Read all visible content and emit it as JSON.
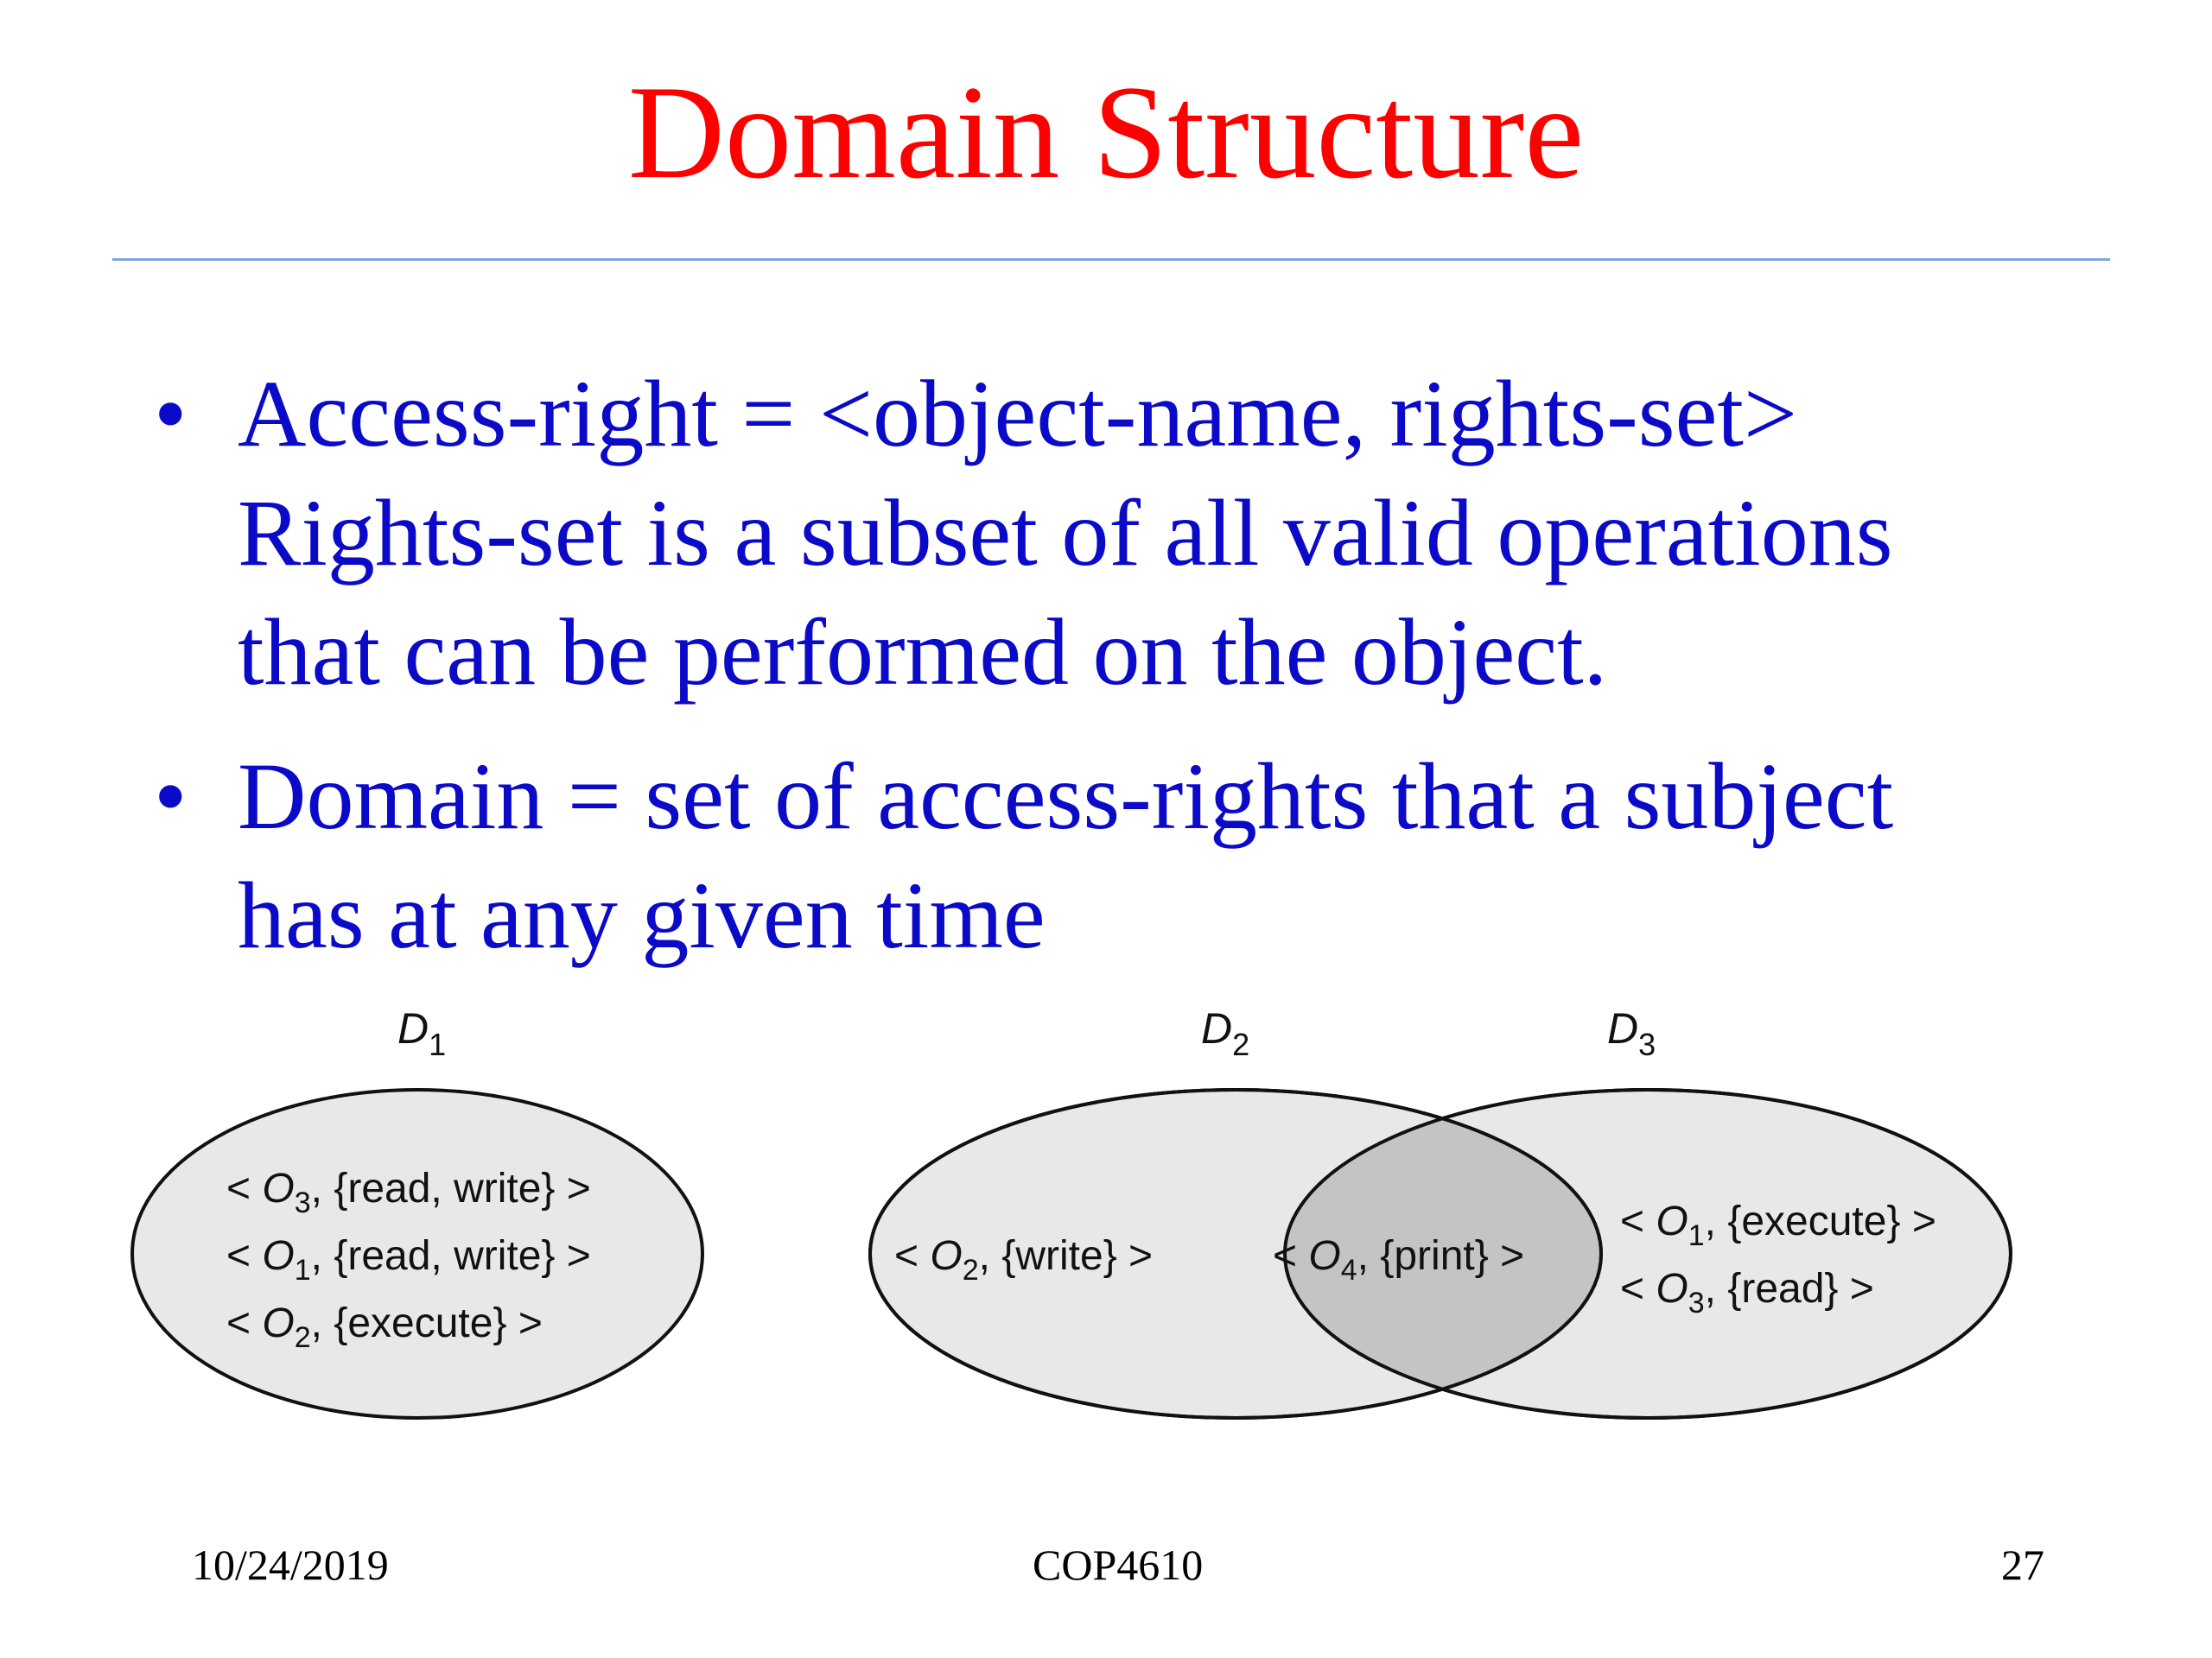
{
  "slide": {
    "title": "Domain Structure"
  },
  "bullets": [
    {
      "lines": [
        "Access-right = <object-name, rights-set>",
        "Rights-set is a subset of all valid operations",
        "that can be performed on the object."
      ]
    },
    {
      "lines": [
        "Domain = set of access-rights that a subject",
        "has at any given time"
      ]
    }
  ],
  "diagram": {
    "domains": [
      {
        "label": "D",
        "sub": "1",
        "entries": [
          {
            "obj": "3",
            "rights": "{read, write}"
          },
          {
            "obj": "1",
            "rights": "{read, write}"
          },
          {
            "obj": "2",
            "rights": "{execute}"
          }
        ]
      },
      {
        "label": "D",
        "sub": "2",
        "entries": [
          {
            "obj": "2",
            "rights": "{write}"
          }
        ]
      },
      {
        "label": "D",
        "sub": "3",
        "entries": [
          {
            "obj": "1",
            "rights": "{execute}"
          },
          {
            "obj": "3",
            "rights": "{read}"
          }
        ]
      }
    ],
    "shared": {
      "obj": "4",
      "rights": "{print}"
    },
    "object_letter": "O",
    "fill_color": "#e8e8e8",
    "overlap_color": "#c4c4c4",
    "stroke_color": "#111111"
  },
  "footer": {
    "date": "10/24/2019",
    "course": "COP4610",
    "page": "27"
  }
}
